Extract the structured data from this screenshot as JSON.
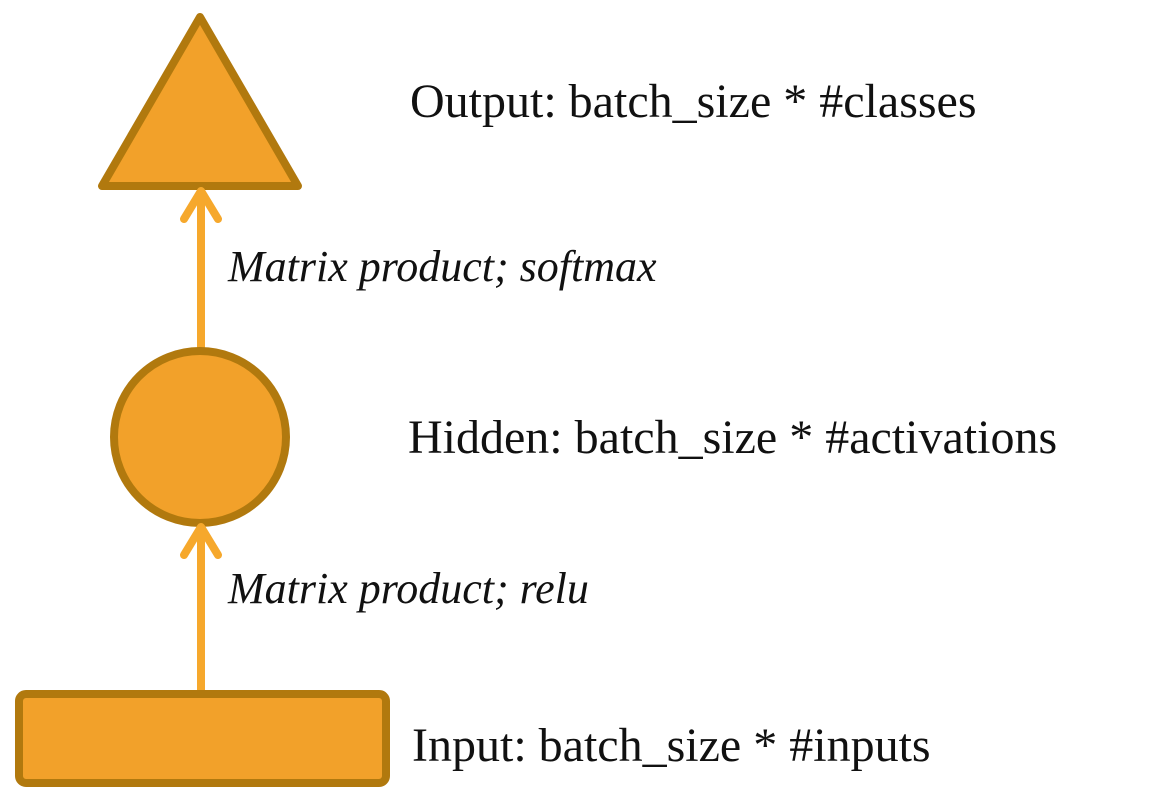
{
  "diagram": {
    "description": "Three-layer neural network diagram",
    "nodes": [
      {
        "id": "output",
        "shape": "triangle",
        "label": "Output: batch_size * #classes"
      },
      {
        "id": "hidden",
        "shape": "circle",
        "label": "Hidden: batch_size * #activations"
      },
      {
        "id": "input",
        "shape": "rectangle",
        "label": "Input: batch_size * #inputs"
      }
    ],
    "edges": [
      {
        "from": "hidden",
        "to": "output",
        "label": "Matrix product; softmax"
      },
      {
        "from": "input",
        "to": "hidden",
        "label": "Matrix product; relu"
      }
    ],
    "colors": {
      "shape_fill": "#F2A12A",
      "shape_stroke": "#B1790E",
      "arrow": "#F6A82C",
      "text": "#111111"
    }
  }
}
